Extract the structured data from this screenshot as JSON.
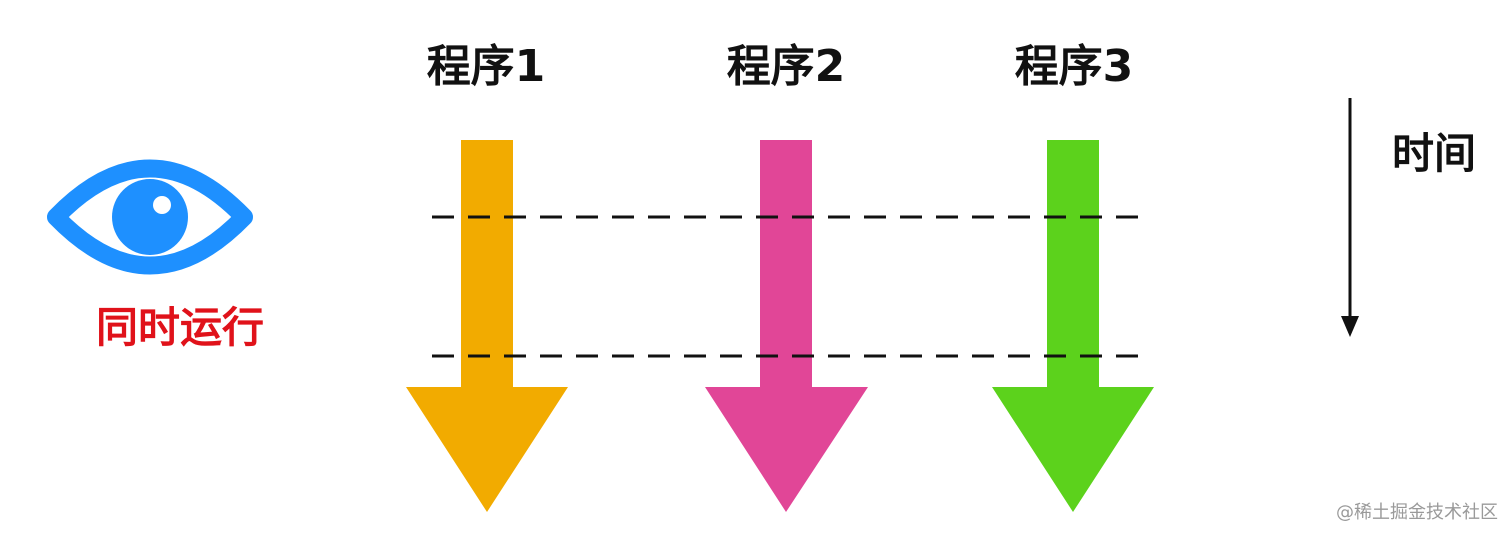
{
  "programs": [
    {
      "label": "程序1",
      "color": "#f2ab00"
    },
    {
      "label": "程序2",
      "color": "#e14697"
    },
    {
      "label": "程序3",
      "color": "#5cd21c"
    }
  ],
  "time_axis": {
    "label": "时间",
    "direction": "down"
  },
  "observer": {
    "label": "同时运行",
    "label_color": "#e0121a",
    "eye_color": "#1e90ff",
    "icon": "eye-icon"
  },
  "dashed_lines": 2,
  "watermark": "@稀土掘金技术社区"
}
